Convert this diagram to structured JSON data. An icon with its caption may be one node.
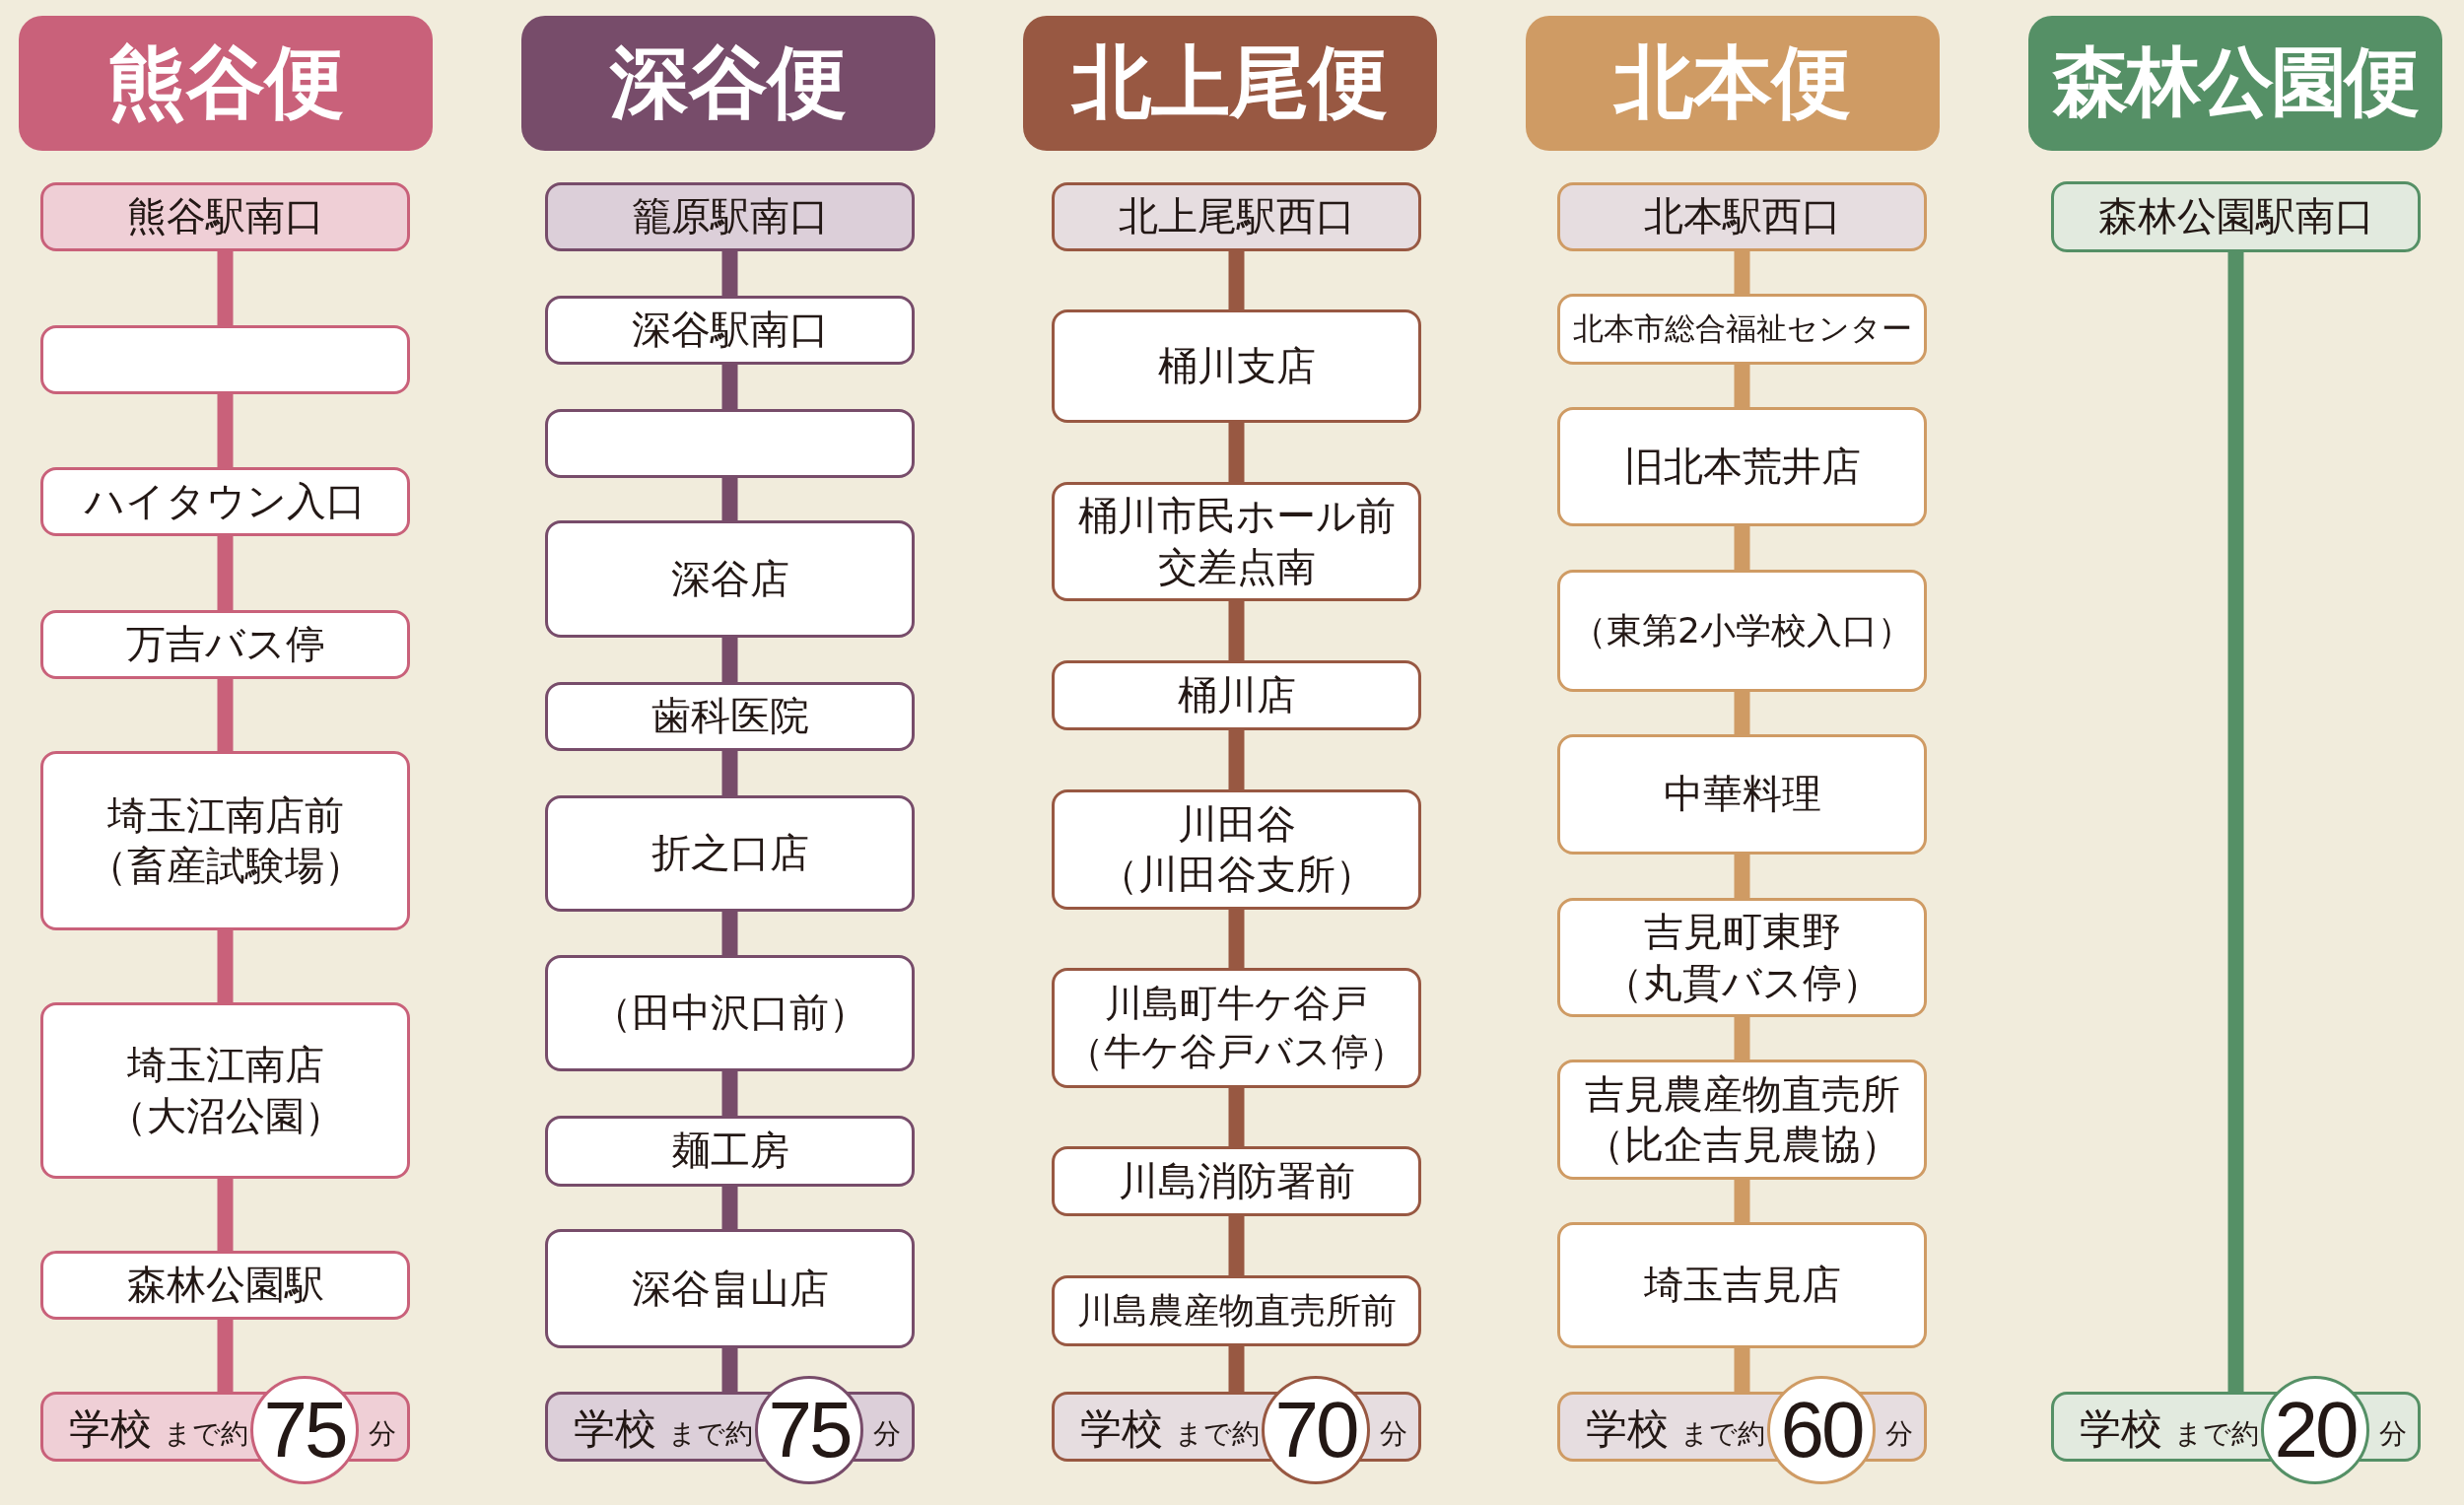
{
  "diagram": {
    "nodes": [
      {
        "text": [
          "熊谷便"
        ]
      },
      {
        "text": [
          "熊谷駅南口"
        ]
      },
      {
        "text": [],
        "shape": "box"
      },
      {
        "text": [
          "ハイタウン入口"
        ]
      },
      {
        "text": [
          "万吉バス停"
        ]
      },
      {
        "text": [
          "埼玉江南店前（畜産試験場）"
        ]
      },
      {
        "text": [
          "埼玉江南店（大沼公園）"
        ]
      },
      {
        "text": [
          "森林公園駅"
        ]
      },
      {
        "text": [
          "学校",
          "まで約",
          "分"
        ]
      },
      {
        "text": [
          "75"
        ],
        "in": 8
      },
      {
        "text": [
          "深谷便"
        ]
      },
      {
        "text": [
          "籠原駅南口"
        ]
      },
      {
        "text": [
          "深谷駅南口"
        ]
      },
      {
        "text": [],
        "shape": "box"
      },
      {
        "text": [
          "深谷店"
        ]
      },
      {
        "text": [
          "歯科医院"
        ]
      },
      {
        "text": [
          "折之口店"
        ]
      },
      {
        "text": [
          "（田中沢口前）"
        ]
      },
      {
        "text": [
          "麺工房"
        ]
      },
      {
        "text": [
          "深谷畠山店"
        ]
      },
      {
        "text": [
          "学校",
          "まで約",
          "分"
        ]
      },
      {
        "text": [
          "75"
        ],
        "in": 20
      },
      {
        "text": [
          "北上尾便"
        ]
      },
      {
        "text": [
          "北上尾駅西口"
        ]
      },
      {
        "text": [
          "桶川支店"
        ]
      },
      {
        "text": [
          "桶川市民ホール前交差点南"
        ]
      },
      {
        "text": [
          "桶川店"
        ]
      },
      {
        "text": [
          "川田谷（川田谷支所）"
        ]
      },
      {
        "text": [
          "川島町牛ケ谷戸（牛ケ谷戸バス停）"
        ]
      },
      {
        "text": [
          "川島消防署前"
        ]
      },
      {
        "text": [
          "川島農産物直売所前"
        ]
      },
      {
        "text": [
          "学校",
          "まで約",
          "分"
        ]
      },
      {
        "text": [
          "70"
        ],
        "in": 31
      },
      {
        "text": [
          "北本便"
        ]
      },
      {
        "text": [
          "北本駅西口"
        ]
      },
      {
        "text": [
          "北本市総合福祉センター"
        ]
      },
      {
        "text": [
          "旧北本荒井店"
        ]
      },
      {
        "text": [
          "（東第2小学校入口）"
        ]
      },
      {
        "text": [
          "中華料理"
        ]
      },
      {
        "text": [
          "吉見町東野（丸貫バス停）"
        ]
      },
      {
        "text": [
          "吉見農産物直売所（比企吉見農協）"
        ]
      },
      {
        "text": [
          "埼玉吉見店"
        ]
      },
      {
        "text": [
          "学校",
          "まで約",
          "分"
        ]
      },
      {
        "text": [
          "60"
        ],
        "in": 42
      },
      {
        "text": [
          "森林公園便"
        ]
      },
      {
        "text": [
          "森林公園駅南口"
        ]
      },
      {
        "text": [
          "学校",
          "まで約",
          "分"
        ]
      },
      {
        "text": [
          "20"
        ],
        "in": 46
      }
    ],
    "edges": [
      {
        "from": 1,
        "to": 2,
        "arrow": "none",
        "color": "#c9617a"
      },
      {
        "from": 2,
        "to": 3,
        "arrow": "none",
        "color": "#c9617a"
      },
      {
        "from": 3,
        "to": 4,
        "arrow": "none",
        "color": "#c9617a"
      },
      {
        "from": 4,
        "to": 5,
        "arrow": "none",
        "color": "#c9617a"
      },
      {
        "from": 5,
        "to": 6,
        "arrow": "none",
        "color": "#c9617a"
      },
      {
        "from": 6,
        "to": 7,
        "arrow": "none",
        "color": "#c9617a"
      },
      {
        "from": 7,
        "to": 8,
        "arrow": "none",
        "color": "#c9617a"
      },
      {
        "from": 11,
        "to": 12,
        "arrow": "none",
        "color": "#774c6a"
      },
      {
        "from": 12,
        "to": 13,
        "arrow": "none",
        "color": "#774c6a"
      },
      {
        "from": 13,
        "to": 14,
        "arrow": "none",
        "color": "#774c6a"
      },
      {
        "from": 14,
        "to": 15,
        "arrow": "none",
        "color": "#774c6a"
      },
      {
        "from": 15,
        "to": 16,
        "arrow": "none",
        "color": "#774c6a"
      },
      {
        "from": 16,
        "to": 17,
        "arrow": "none",
        "color": "#774c6a"
      },
      {
        "from": 17,
        "to": 18,
        "arrow": "none",
        "color": "#774c6a"
      },
      {
        "from": 18,
        "to": 19,
        "arrow": "none",
        "color": "#774c6a"
      },
      {
        "from": 19,
        "to": 20,
        "arrow": "none",
        "color": "#774c6a"
      },
      {
        "from": 23,
        "to": 24,
        "arrow": "none",
        "color": "#985842"
      },
      {
        "from": 24,
        "to": 25,
        "arrow": "none",
        "color": "#985842"
      },
      {
        "from": 25,
        "to": 26,
        "arrow": "none",
        "color": "#985842"
      },
      {
        "from": 26,
        "to": 27,
        "arrow": "none",
        "color": "#985842"
      },
      {
        "from": 27,
        "to": 28,
        "arrow": "none",
        "color": "#985842"
      },
      {
        "from": 28,
        "to": 29,
        "arrow": "none",
        "color": "#985842"
      },
      {
        "from": 29,
        "to": 30,
        "arrow": "none",
        "color": "#985842"
      },
      {
        "from": 30,
        "to": 31,
        "arrow": "none",
        "color": "#985842"
      },
      {
        "from": 34,
        "to": 35,
        "arrow": "none",
        "color": "#cf9b64"
      },
      {
        "from": 35,
        "to": 36,
        "arrow": "none",
        "color": "#cf9b64"
      },
      {
        "from": 36,
        "to": 37,
        "arrow": "none",
        "color": "#cf9b64"
      },
      {
        "from": 37,
        "to": 38,
        "arrow": "none",
        "color": "#cf9b64"
      },
      {
        "from": 38,
        "to": 39,
        "arrow": "none",
        "color": "#cf9b64"
      },
      {
        "from": 39,
        "to": 40,
        "arrow": "none",
        "color": "#cf9b64"
      },
      {
        "from": 40,
        "to": 41,
        "arrow": "none",
        "color": "#cf9b64"
      },
      {
        "from": 41,
        "to": 42,
        "arrow": "none",
        "color": "#cf9b64"
      },
      {
        "from": 45,
        "to": 46,
        "arrow": "none",
        "color": "#559066"
      }
    ]
  }
}
